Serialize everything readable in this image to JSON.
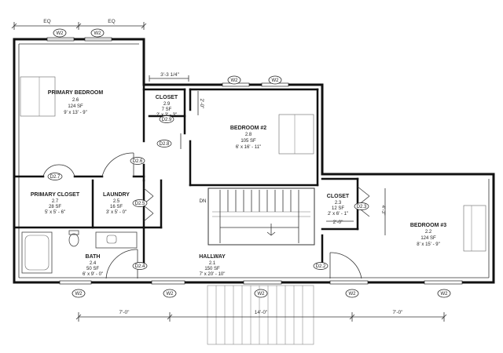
{
  "dimensions": {
    "top_left": "EQ",
    "top_right": "EQ",
    "closet_offset": "3'-3 1/4\"",
    "closet_2_9_depth": "2'-0\"",
    "closet_2_3_depth": "2'-0\"",
    "bedroom3_height": "4'-3\"",
    "bottom_left": "7'-0\"",
    "bottom_center": "14'-0\"",
    "bottom_right": "7'-0\""
  },
  "rooms": {
    "primary_bedroom": {
      "name": "PRIMARY BEDROOM",
      "number": "2.6",
      "area": "124 SF",
      "size": "9' x 13' - 9\""
    },
    "closet_2_9": {
      "name": "CLOSET",
      "number": "2.9",
      "area": "7 SF",
      "size": "2' x 3' - 3\""
    },
    "bedroom_2": {
      "name": "BEDROOM #2",
      "number": "2.8",
      "area": "105 SF",
      "size": "6' x 16' - 11\""
    },
    "primary_closet": {
      "name": "PRIMARY CLOSET",
      "number": "2.7",
      "area": "28 SF",
      "size": "5' x 5' - 6\""
    },
    "laundry": {
      "name": "LAUNDRY",
      "number": "2.5",
      "area": "16 SF",
      "size": "3' x 5' - 0\""
    },
    "closet_2_3": {
      "name": "CLOSET",
      "number": "2.3",
      "area": "12 SF",
      "size": "2' x 6' - 1\""
    },
    "bedroom_3": {
      "name": "BEDROOM #3",
      "number": "2.2",
      "area": "124 SF",
      "size": "8' x 15' - 9\""
    },
    "bath": {
      "name": "BATH",
      "number": "2.4",
      "area": "50 SF",
      "size": "6' x 9' - 0\""
    },
    "hallway": {
      "name": "HALLWAY",
      "number": "2.1",
      "area": "150 SF",
      "size": "7' x 20' - 10\""
    }
  },
  "doors": {
    "d2_9": "D2.9",
    "d2_8": "D2.8",
    "d2_6": "D2.6",
    "d2_7": "D2.7",
    "d2_5": "D2.5",
    "d2_3": "D2.3",
    "d2_4": "D2.4",
    "d2_2": "D2.2"
  },
  "windows": {
    "w_top_1": "W2",
    "w_top_2": "W2",
    "w_bed2_1": "W2",
    "w_bed2_2": "W2",
    "w_bot_1": "W2",
    "w_bot_2": "W2",
    "w_bot_3": "W2",
    "w_bot_4": "W2",
    "w_bot_5": "W2"
  },
  "stair_label": "DN"
}
